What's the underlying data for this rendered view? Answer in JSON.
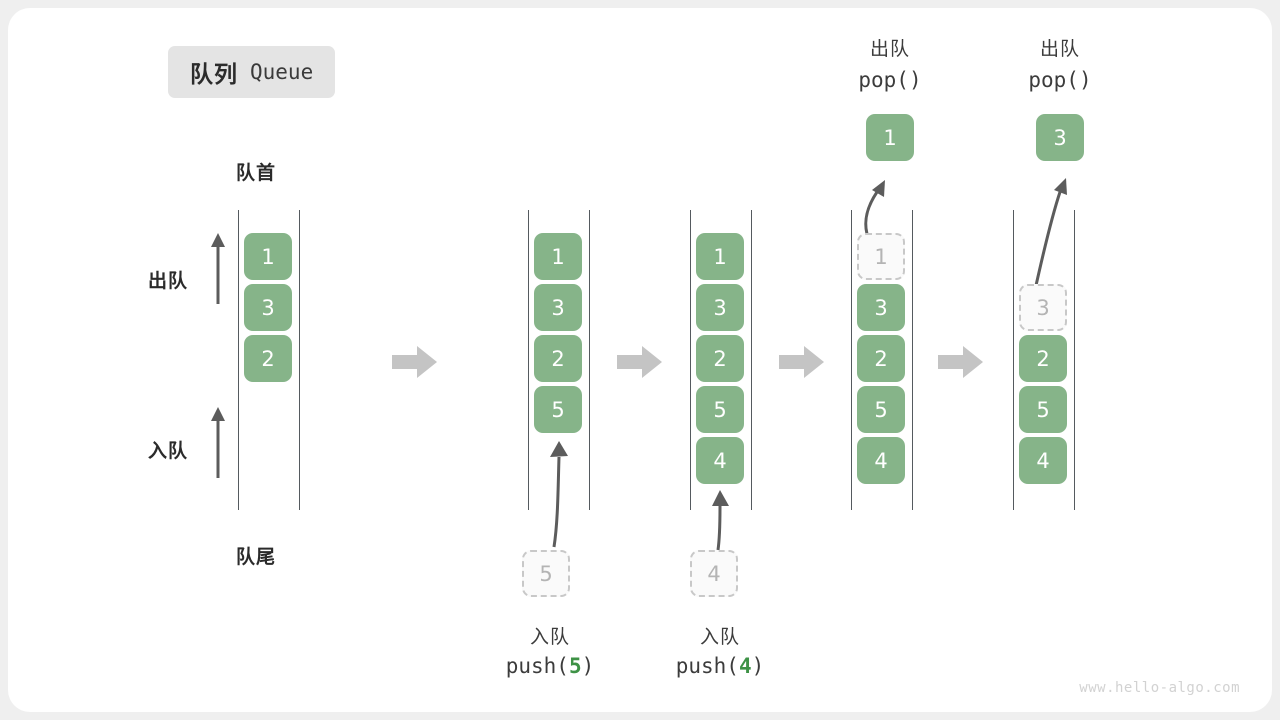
{
  "title": {
    "cn": "队列",
    "en": "Queue"
  },
  "labels": {
    "head": "队首",
    "tail": "队尾",
    "dequeue": "出队",
    "enqueue": "入队"
  },
  "colors": {
    "cell_fill": "#86b489",
    "cell_text": "#ffffff",
    "ghost_border": "#c8c8c8",
    "ghost_text": "#b4b4b4",
    "rail": "#555a5f",
    "arrow": "#5c5c5c",
    "step_arrow": "#c4c4c4",
    "accent_number": "#3e9246",
    "badge_bg": "#e4e4e4",
    "canvas": "#ffffff",
    "page_bg": "#efefef"
  },
  "stages": [
    {
      "name": "initial",
      "cells": [
        {
          "value": "1",
          "state": "filled"
        },
        {
          "value": "3",
          "state": "filled"
        },
        {
          "value": "2",
          "state": "filled"
        }
      ]
    },
    {
      "name": "after-push-5",
      "cells": [
        {
          "value": "1",
          "state": "filled"
        },
        {
          "value": "3",
          "state": "filled"
        },
        {
          "value": "2",
          "state": "filled"
        },
        {
          "value": "5",
          "state": "filled"
        }
      ],
      "incoming": {
        "value": "5",
        "state": "ghost"
      },
      "caption_cn": "入队",
      "caption_code_pre": "push(",
      "caption_code_num": "5",
      "caption_code_post": ")"
    },
    {
      "name": "after-push-4",
      "cells": [
        {
          "value": "1",
          "state": "filled"
        },
        {
          "value": "3",
          "state": "filled"
        },
        {
          "value": "2",
          "state": "filled"
        },
        {
          "value": "5",
          "state": "filled"
        },
        {
          "value": "4",
          "state": "filled"
        }
      ],
      "incoming": {
        "value": "4",
        "state": "ghost"
      },
      "caption_cn": "入队",
      "caption_code_pre": "push(",
      "caption_code_num": "4",
      "caption_code_post": ")"
    },
    {
      "name": "after-pop-1",
      "cells": [
        {
          "value": "1",
          "state": "ghost"
        },
        {
          "value": "3",
          "state": "filled"
        },
        {
          "value": "2",
          "state": "filled"
        },
        {
          "value": "5",
          "state": "filled"
        },
        {
          "value": "4",
          "state": "filled"
        }
      ],
      "popped": {
        "value": "1",
        "state": "filled"
      },
      "caption_cn": "出队",
      "caption_code_pre": "pop(",
      "caption_code_num": "",
      "caption_code_post": ")"
    },
    {
      "name": "after-pop-3",
      "cells": [
        {
          "value": "",
          "state": "empty"
        },
        {
          "value": "3",
          "state": "ghost"
        },
        {
          "value": "2",
          "state": "filled"
        },
        {
          "value": "5",
          "state": "filled"
        },
        {
          "value": "4",
          "state": "filled"
        }
      ],
      "popped": {
        "value": "3",
        "state": "filled"
      },
      "caption_cn": "出队",
      "caption_code_pre": "pop(",
      "caption_code_num": "",
      "caption_code_post": ")"
    }
  ],
  "watermark": "www.hello-algo.com"
}
